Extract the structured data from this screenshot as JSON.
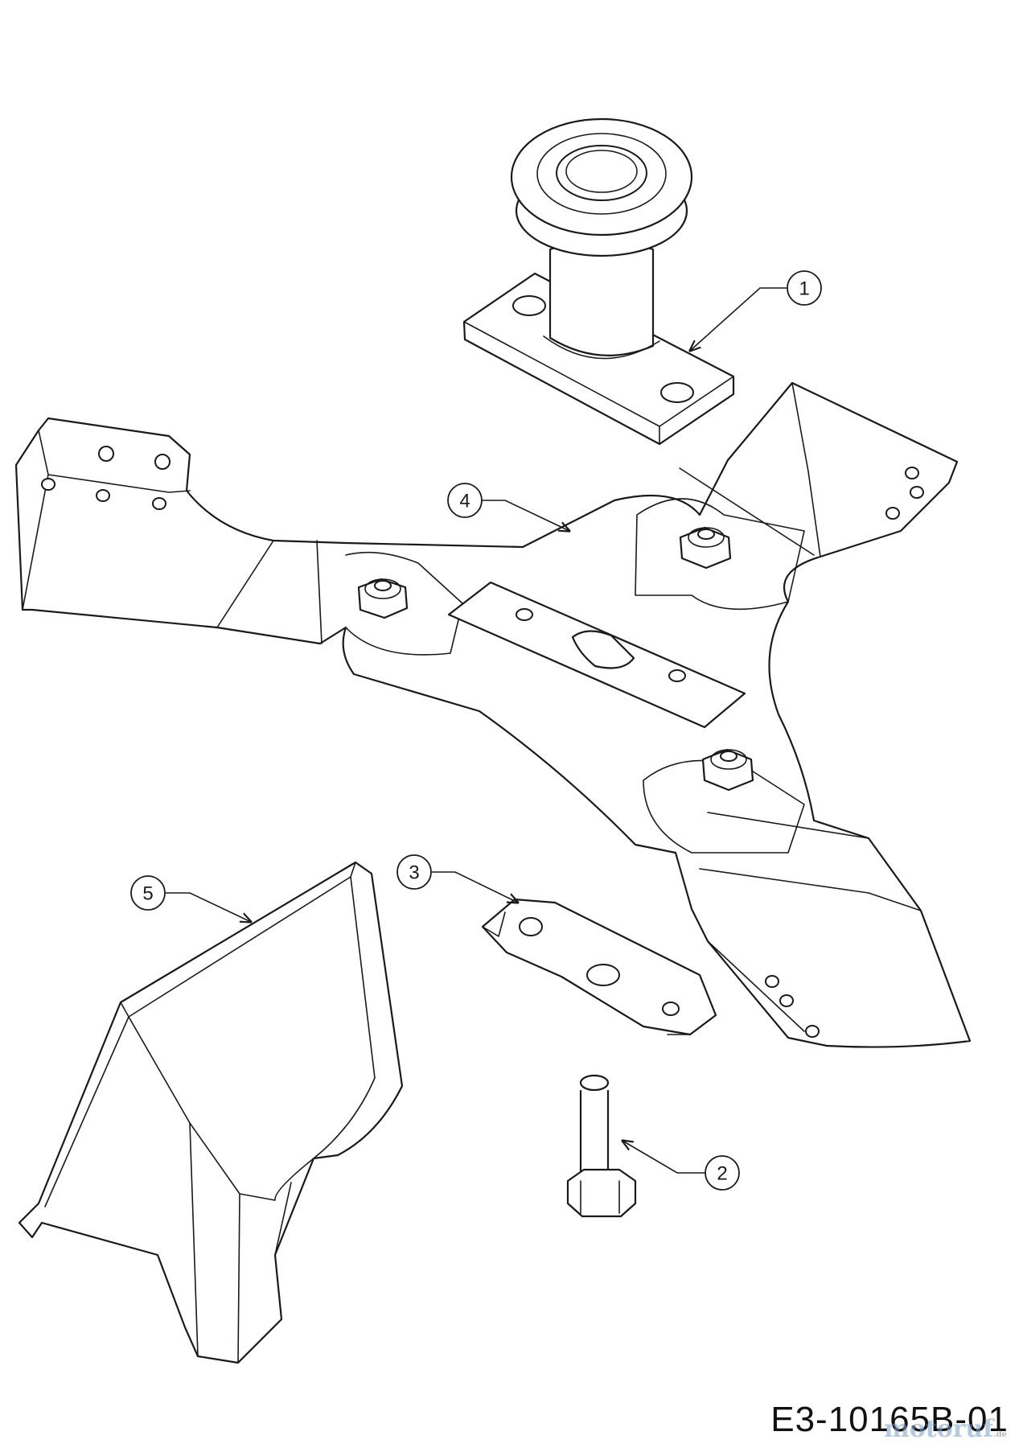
{
  "drawing_number": "E3-10165B-01",
  "watermark": {
    "text": "motoruf",
    "suffix": ".de"
  },
  "callouts": [
    "1",
    "2",
    "3",
    "4",
    "5"
  ],
  "colors": {
    "line": "#1a1a1a",
    "background": "#ffffff"
  }
}
